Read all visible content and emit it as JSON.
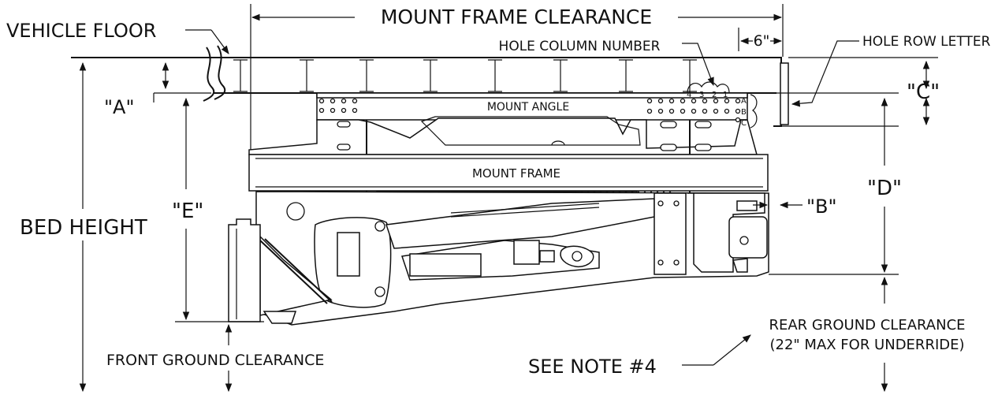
{
  "labels": {
    "mount_frame_clearance": "MOUNT FRAME CLEARANCE",
    "vehicle_floor": "VEHICLE FLOOR",
    "hole_column_number": "HOLE COLUMN NUMBER",
    "hole_row_letter": "HOLE ROW LETTER",
    "six_inch": "6\"",
    "dim_a": "\"A\"",
    "dim_b": "\"B\"",
    "dim_c": "\"C\"",
    "dim_d": "\"D\"",
    "dim_e": "\"E\"",
    "mount_angle": "MOUNT ANGLE",
    "mount_frame": "MOUNT FRAME",
    "bed_height": "BED HEIGHT",
    "front_ground_clearance": "FRONT GROUND CLEARANCE",
    "see_note": "SEE NOTE #4",
    "rear_ground_clearance": "REAR GROUND CLEARANCE",
    "rear_ground_note": "(22\" MAX FOR UNDERRIDE)",
    "col_4": "4",
    "col_3": "3",
    "col_2": "2",
    "col_1": "1",
    "row_a": "A",
    "row_b": "B",
    "row_c": "C"
  }
}
